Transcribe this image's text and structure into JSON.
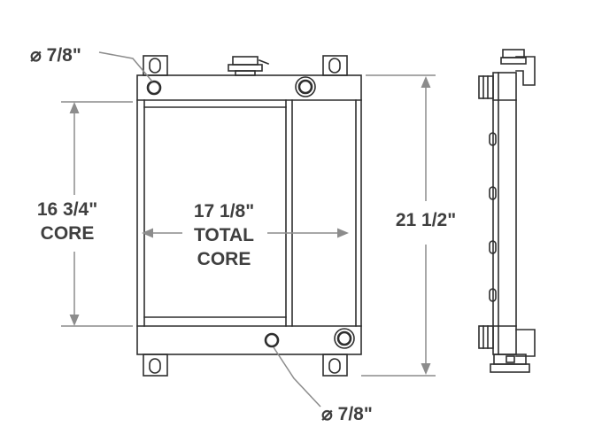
{
  "page": {
    "type": "technical-dimension-drawing",
    "subject": "radiator-core-front-and-side-view"
  },
  "diagram": {
    "annotations": {
      "top_hole_diameter": "⌀ 7/8\"",
      "bottom_hole_diameter": "⌀ 7/8\"",
      "core_height": {
        "value": "16 3/4\"",
        "label": "CORE"
      },
      "core_width": {
        "value": "17 1/8\"",
        "label_line1": "TOTAL",
        "label_line2": "CORE"
      },
      "overall_height": "21 1/2\""
    },
    "colors": {
      "outline": "#2e2e2e",
      "dimension": "#8c8c8c",
      "text": "#3f3f3f",
      "background": "#ffffff"
    }
  }
}
